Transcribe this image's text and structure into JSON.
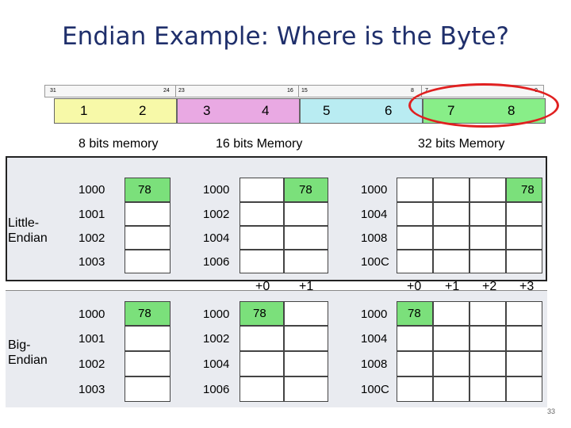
{
  "title": "Endian Example: Where is the Byte?",
  "bit_labels": [
    "31",
    "24",
    "23",
    "16",
    "15",
    "8",
    "7",
    "0"
  ],
  "bytes": [
    "1",
    "2",
    "3",
    "4",
    "5",
    "6",
    "7",
    "8"
  ],
  "headers": {
    "mem8": "8 bits memory",
    "mem16": "16 bits Memory",
    "mem32": "32 bits Memory"
  },
  "little": {
    "label": "Little-\nEndian",
    "offsets16": [
      "+1",
      "+0"
    ],
    "offsets32": [
      "+3",
      "+2",
      "+1",
      "+0"
    ],
    "addr8": [
      "1000",
      "1001",
      "1002",
      "1003"
    ],
    "addr16": [
      "1000",
      "1002",
      "1004",
      "1006"
    ],
    "addr32": [
      "1000",
      "1004",
      "1008",
      "100C"
    ],
    "value": "78"
  },
  "big": {
    "label": "Big-\nEndian",
    "offsets16": [
      "+0",
      "+1"
    ],
    "offsets32": [
      "+0",
      "+1",
      "+2",
      "+3"
    ],
    "addr8": [
      "1000",
      "1001",
      "1002",
      "1003"
    ],
    "addr16": [
      "1000",
      "1002",
      "1004",
      "1006"
    ],
    "addr32": [
      "1000",
      "1004",
      "1008",
      "100C"
    ],
    "value": "78"
  },
  "page_number": "33"
}
